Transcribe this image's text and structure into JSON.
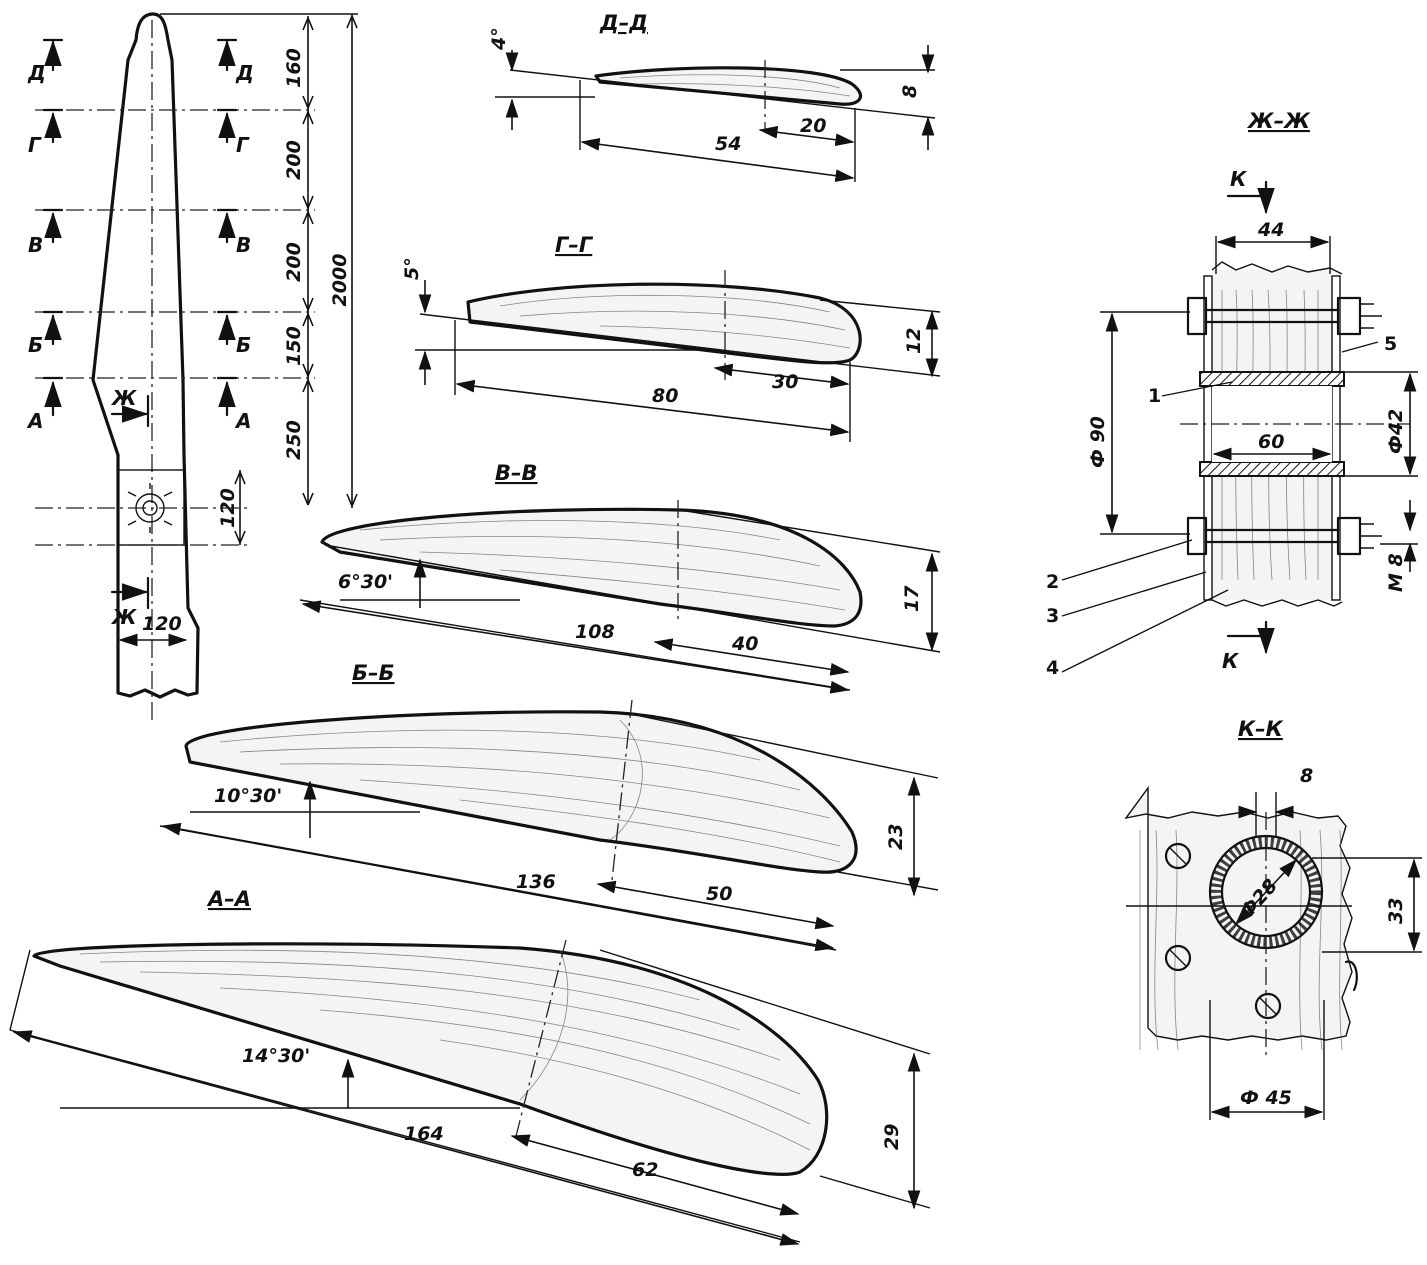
{
  "blade_plan": {
    "section_marks": [
      "Д",
      "Г",
      "В",
      "Б",
      "А"
    ],
    "station_dims": [
      "160",
      "200",
      "200",
      "150",
      "250",
      "120"
    ],
    "total_length": "2000",
    "hub_width": "120",
    "section_zh": "Ж"
  },
  "sections": {
    "dd": {
      "title": "Д–Д",
      "angle": "4°",
      "chord": "54",
      "pivot": "20",
      "thickness": "8"
    },
    "gg": {
      "title": "Г–Г",
      "angle": "5°",
      "chord": "80",
      "pivot": "30",
      "thickness": "12"
    },
    "vv": {
      "title": "В–В",
      "angle": "6°30'",
      "chord": "108",
      "pivot": "40",
      "thickness": "17"
    },
    "bb": {
      "title": "Б–Б",
      "angle": "10°30'",
      "chord": "136",
      "pivot": "50",
      "thickness": "23"
    },
    "aa": {
      "title": "А–А",
      "angle": "14°30'",
      "chord": "164",
      "pivot": "62",
      "thickness": "29"
    }
  },
  "hub_section": {
    "title": "Ж–Ж",
    "cut_mark": "К",
    "width": "44",
    "bolt_spacing": "Ф 90",
    "sleeve_length": "60",
    "sleeve_diameter": "Ф42",
    "bolt": "М 8",
    "callouts": [
      "1",
      "2",
      "3",
      "4",
      "5"
    ]
  },
  "hub_view": {
    "title": "К–К",
    "wall": "8",
    "inner_diameter": "Ф28",
    "offset": "33",
    "flange_diameter": "Ф 45"
  }
}
